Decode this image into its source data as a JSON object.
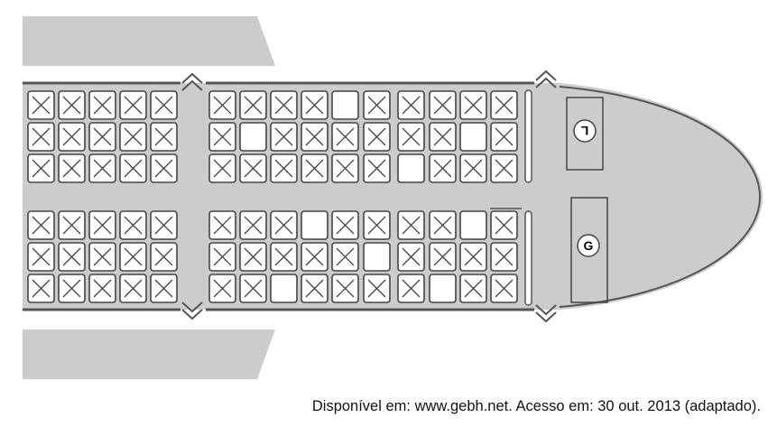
{
  "diagram": {
    "galley_labels": [
      "L",
      "G"
    ],
    "left_block": {
      "upper": [
        [
          1,
          1,
          1,
          1,
          1
        ],
        [
          1,
          1,
          1,
          1,
          1
        ],
        [
          1,
          1,
          1,
          1,
          1
        ]
      ],
      "lower": [
        [
          1,
          1,
          1,
          1,
          1
        ],
        [
          1,
          1,
          1,
          1,
          1
        ],
        [
          1,
          1,
          1,
          1,
          1
        ]
      ]
    },
    "right_block": {
      "upper": [
        [
          1,
          1,
          1,
          1,
          0,
          1,
          1,
          1,
          1,
          1
        ],
        [
          1,
          0,
          1,
          1,
          1,
          1,
          1,
          1,
          0,
          1
        ],
        [
          1,
          1,
          1,
          1,
          1,
          1,
          0,
          1,
          1,
          1
        ]
      ],
      "lower": [
        [
          1,
          1,
          1,
          0,
          1,
          1,
          1,
          1,
          0,
          1
        ],
        [
          1,
          1,
          1,
          1,
          1,
          0,
          1,
          1,
          1,
          1
        ],
        [
          1,
          1,
          0,
          1,
          1,
          1,
          1,
          0,
          1,
          1
        ]
      ]
    },
    "colors": {
      "fuselage": "#cccccc",
      "seat": "#ffffff",
      "stroke": "#444444"
    }
  },
  "caption": "Disponível em: www.gebh.net. Acesso em: 30 out. 2013 (adaptado)."
}
